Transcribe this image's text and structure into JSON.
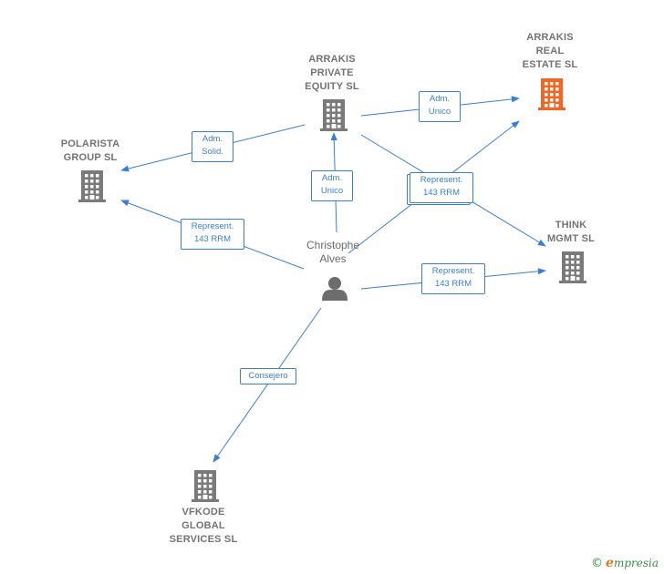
{
  "colors": {
    "edge": "#3a7fd5",
    "building": "#7a7a7a",
    "highlight": "#f26522",
    "person": "#6d6d6d"
  },
  "nodes": [
    {
      "id": "arrakis_private",
      "label": "ARRAKIS\nPRIVATE\nEQUITY  SL",
      "icon": "building-icon"
    },
    {
      "id": "arrakis_real",
      "label": "ARRAKIS\nREAL\nESTATE  SL",
      "icon": "building-icon",
      "highlight": true
    },
    {
      "id": "polarista",
      "label": "POLARISTA\nGROUP  SL",
      "icon": "building-icon"
    },
    {
      "id": "think",
      "label": "THINK\nMGMT  SL",
      "icon": "building-icon"
    },
    {
      "id": "christophe",
      "label": "Christophe\nAlves",
      "icon": "person-icon"
    },
    {
      "id": "vfkode",
      "label": "VFKODE\nGLOBAL\nSERVICES  SL",
      "icon": "building-icon"
    }
  ],
  "edges": [
    {
      "from": "arrakis_private",
      "to": "arrakis_real",
      "label": "Adm.\nUnico"
    },
    {
      "from": "arrakis_private",
      "to": "polarista",
      "label": "Adm.\nSolid."
    },
    {
      "from": "christophe",
      "to": "arrakis_private",
      "label": "Adm.\nUnico"
    },
    {
      "from": "christophe",
      "to": "polarista",
      "label": "Represent.\n143 RRM"
    },
    {
      "from": "christophe",
      "to": "arrakis_real",
      "label": "Represent.\n143 RRM"
    },
    {
      "from": "arrakis_private",
      "to": "think",
      "label": "Represent.\n143 RRM"
    },
    {
      "from": "christophe",
      "to": "think",
      "label": "Represent.\n143 RRM"
    },
    {
      "from": "christophe",
      "to": "vfkode",
      "label": "Consejero"
    }
  ],
  "footer": {
    "copyright": "©",
    "brand_initial": "e",
    "brand_rest": "mpresia"
  }
}
